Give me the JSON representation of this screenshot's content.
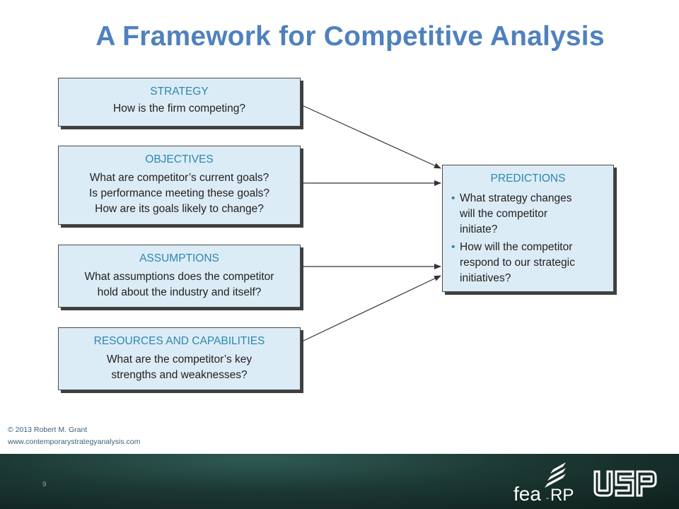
{
  "title": "A Framework for Competitive Analysis",
  "boxes": {
    "strategy": {
      "heading": "STRATEGY",
      "lines": [
        "How is the firm competing?"
      ]
    },
    "objectives": {
      "heading": "OBJECTIVES",
      "lines": [
        "What are competitor’s current goals?",
        "Is performance meeting these goals?",
        "How are its goals likely to change?"
      ]
    },
    "assumptions": {
      "heading": "ASSUMPTIONS",
      "lines": [
        "What assumptions does the competitor",
        "hold about the industry and itself?"
      ]
    },
    "resources": {
      "heading": "RESOURCES AND CAPABILITIES",
      "lines": [
        "What are the competitor’s key",
        "strengths and weaknesses?"
      ]
    },
    "predictions": {
      "heading": "PREDICTIONS",
      "bullets": [
        {
          "lines": [
            "What strategy changes",
            "will the competitor",
            "initiate?"
          ]
        },
        {
          "lines": [
            "How will the competitor",
            "respond to our strategic",
            "initiatives?"
          ]
        }
      ],
      "bullet_char": "•"
    }
  },
  "credits": {
    "copyright": "© 2013 Robert M. Grant",
    "website": "www.contemporarystrategyanalysis.com"
  },
  "footer": {
    "page_number": "9",
    "logo_left": "fea-RP",
    "logo_right": "USP"
  },
  "colors": {
    "title": "#4f81bd",
    "box_fill": "#dcecf6",
    "heading": "#2e86b0",
    "footer": "#1c3833"
  }
}
